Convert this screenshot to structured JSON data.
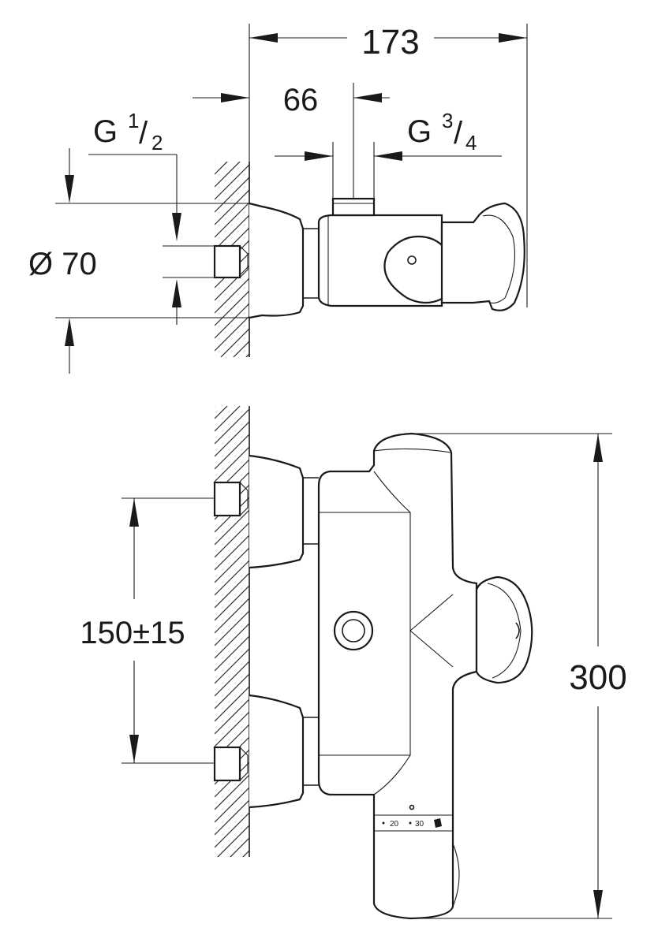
{
  "dimensions": {
    "overall_depth": "173",
    "outlet_offset": "66",
    "inlet_thread_g": "G",
    "inlet_thread_num": "1",
    "inlet_thread_den": "2",
    "outlet_thread_g": "G",
    "outlet_thread_num": "3",
    "outlet_thread_den": "4",
    "diameter": "Ø 70",
    "inlet_spacing": "150±15",
    "overall_height": "300"
  },
  "temperature_scale": {
    "low": "20",
    "high": "30"
  }
}
